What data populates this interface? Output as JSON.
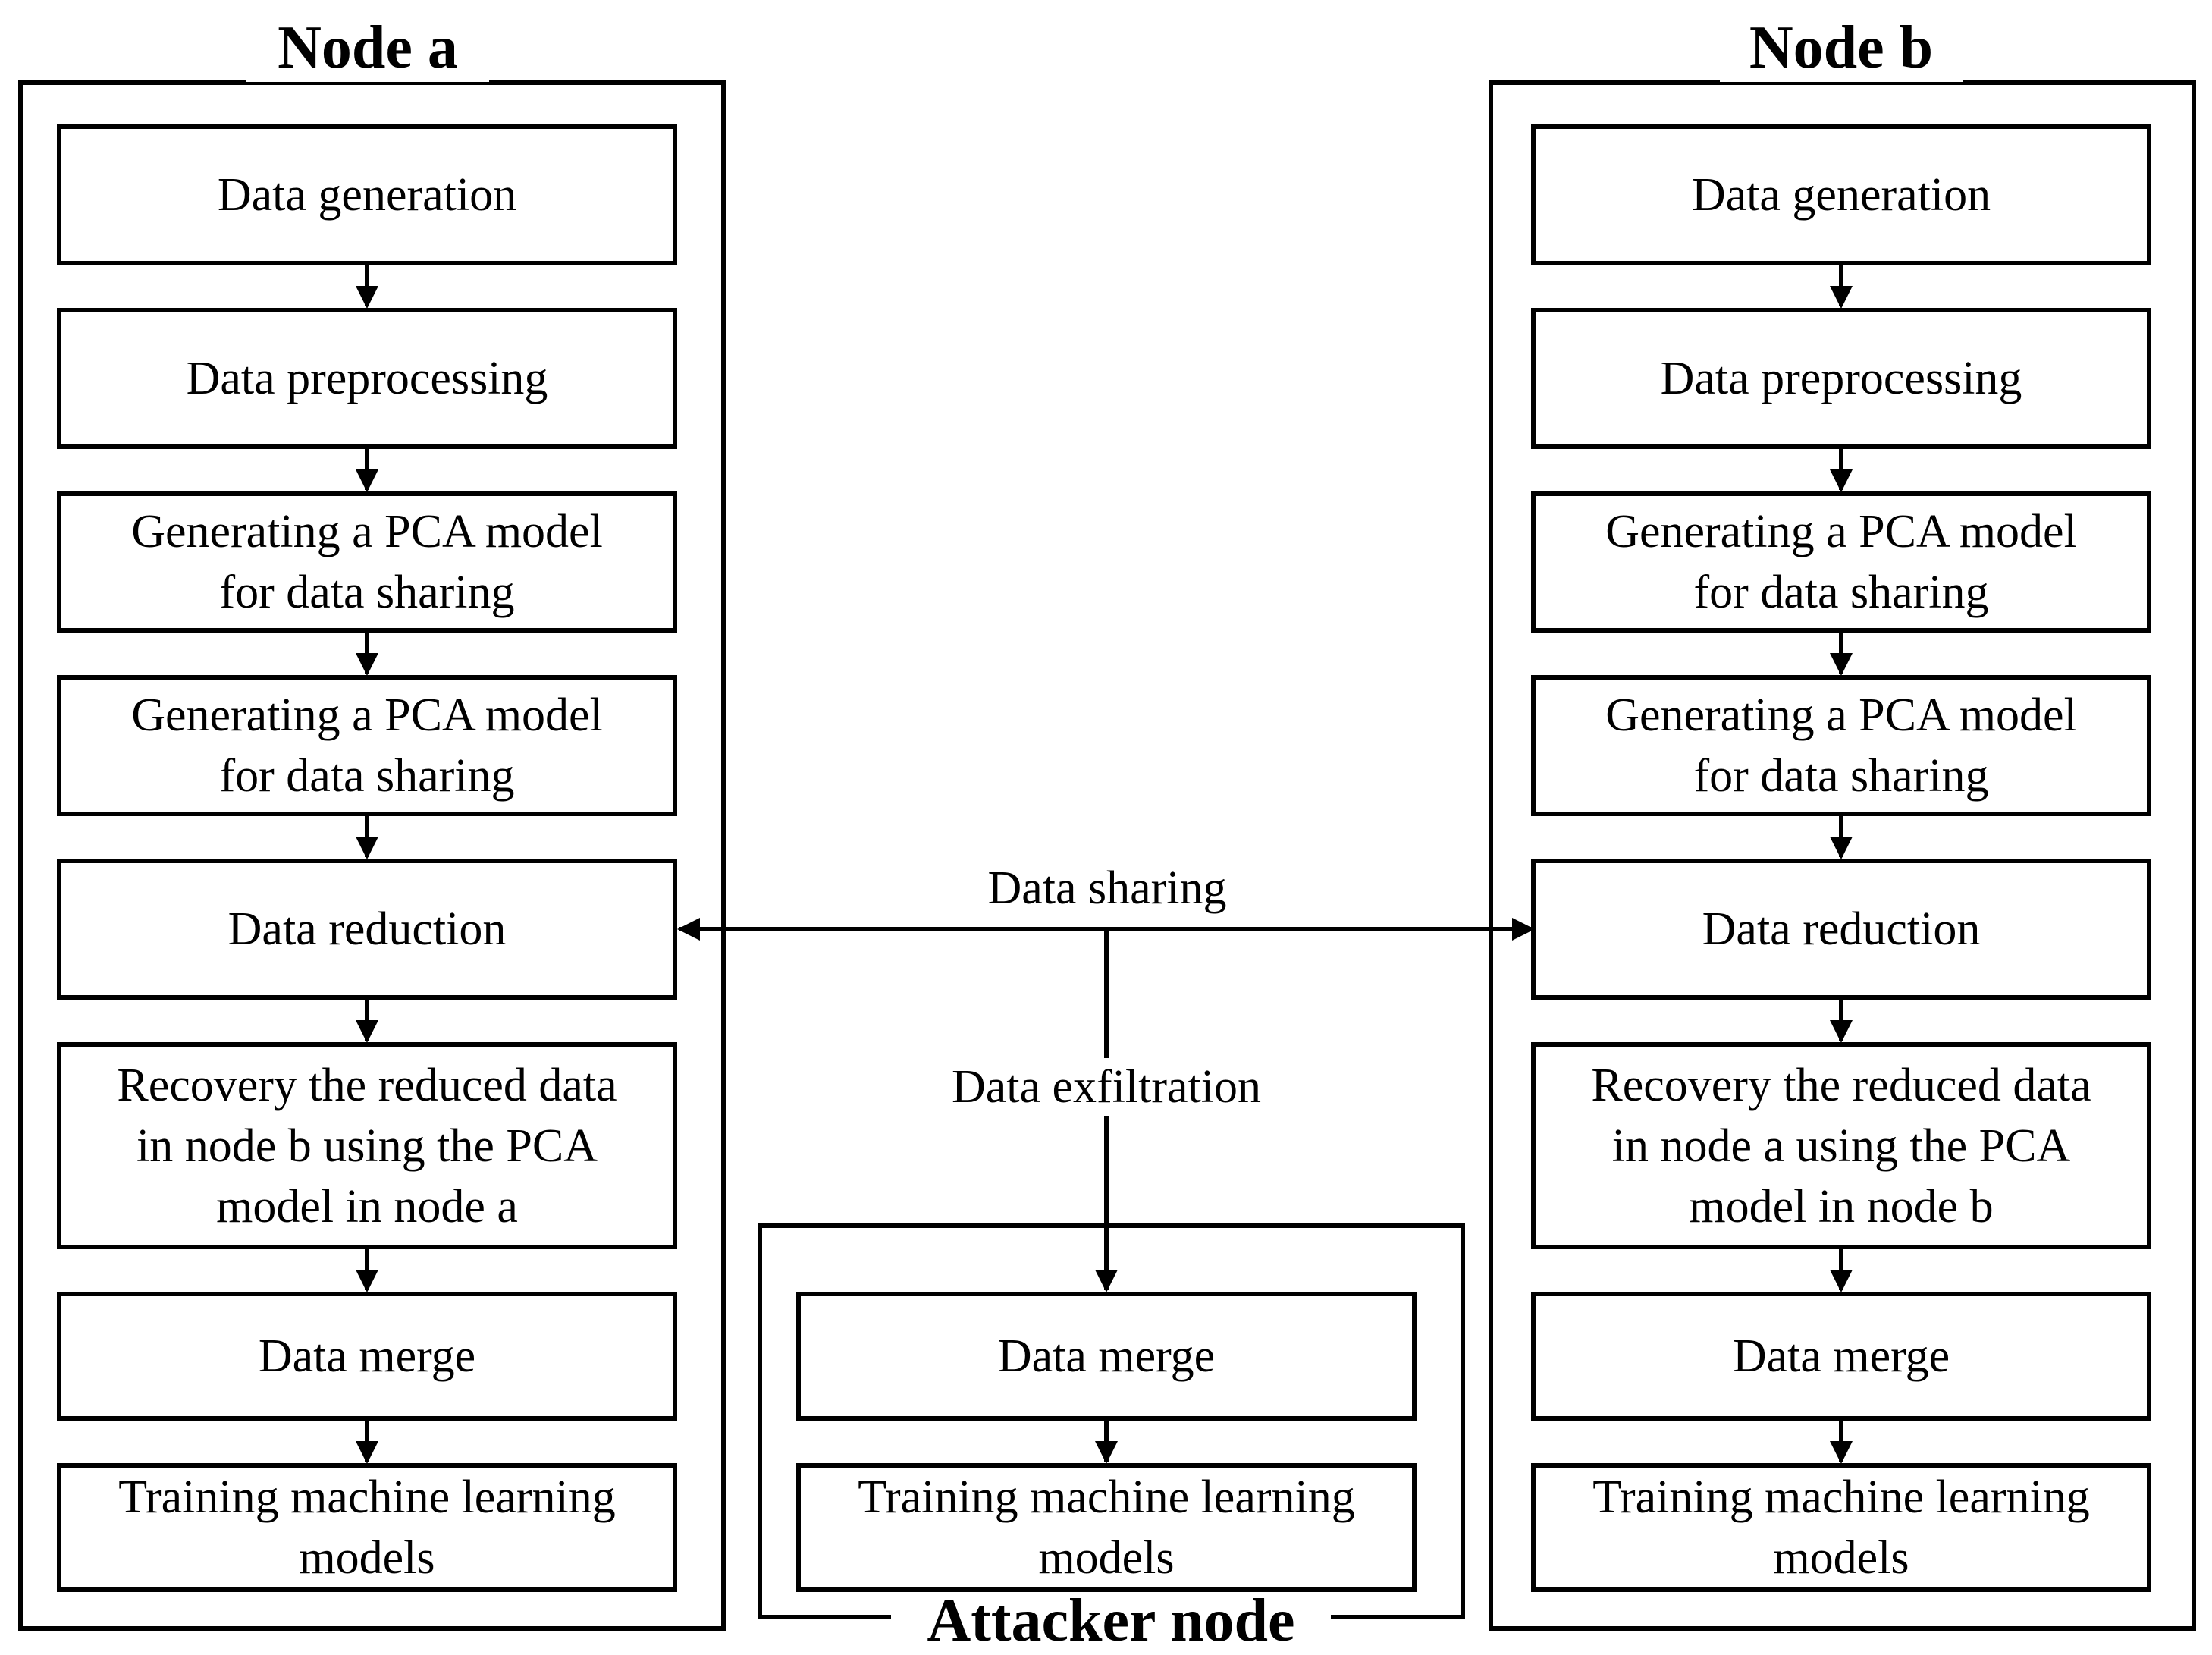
{
  "node_a": {
    "title": "Node a",
    "steps": [
      "Data generation",
      "Data preprocessing",
      "Generating a PCA model\nfor data sharing",
      "Generating a PCA model\nfor data sharing",
      "Data reduction",
      "Recovery the reduced data\nin node b using the PCA\nmodel in node a",
      "Data merge",
      "Training machine learning\nmodels"
    ]
  },
  "node_b": {
    "title": "Node b",
    "steps": [
      "Data generation",
      "Data preprocessing",
      "Generating a PCA model\nfor data sharing",
      "Generating a PCA model\nfor data sharing",
      "Data reduction",
      "Recovery the reduced data\nin node a using the PCA\nmodel in node b",
      "Data merge",
      "Training machine learning\nmodels"
    ]
  },
  "attacker_node": {
    "title": "Attacker node",
    "steps": [
      "Data merge",
      "Training machine learning\nmodels"
    ]
  },
  "edges": {
    "sharing_label": "Data sharing",
    "exfiltration_label": "Data exfiltration"
  }
}
